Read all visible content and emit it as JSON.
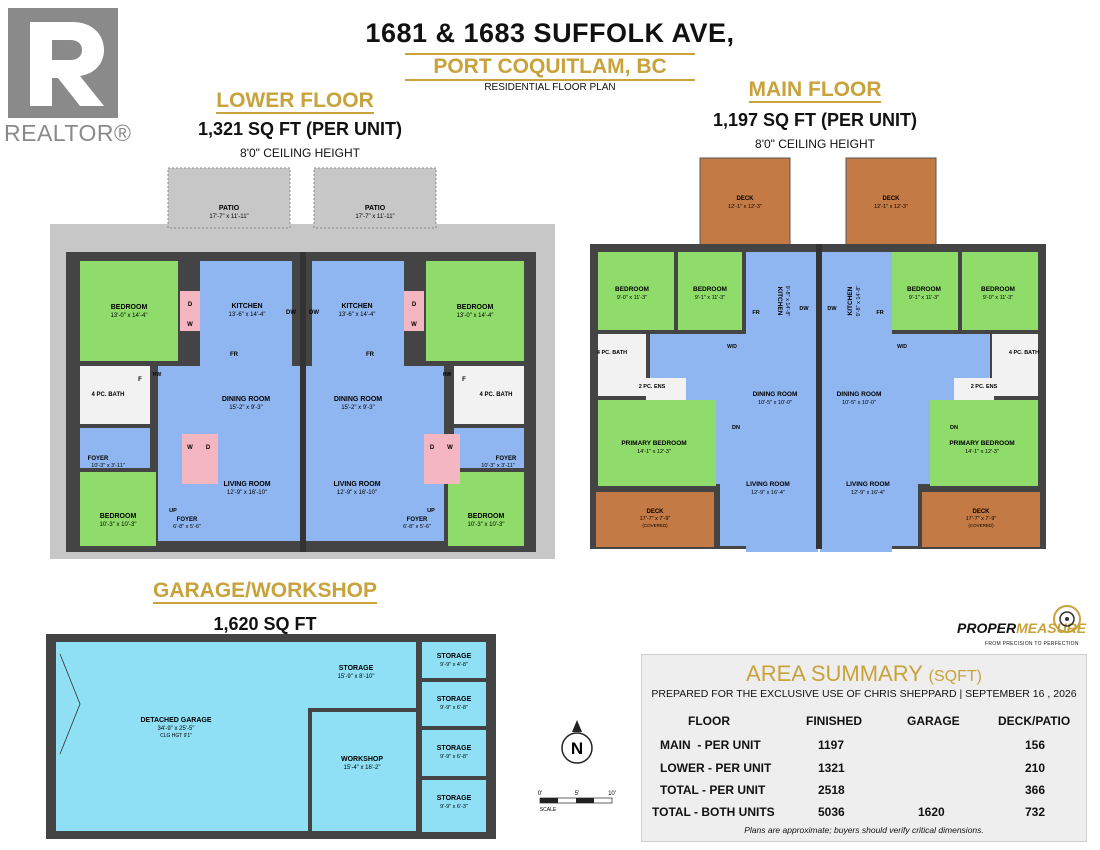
{
  "header": {
    "address": "1681 & 1683 SUFFOLK AVE,",
    "city": "PORT COQUITLAM, BC",
    "subtitle": "RESIDENTIAL FLOOR PLAN"
  },
  "brand": {
    "realtor": "REALTOR®",
    "logo_a": "PROPER",
    "logo_b": "MEASURE",
    "logo_tagline": "FROM PRECISION TO PERFECTION"
  },
  "lower_floor": {
    "title": "LOWER FLOOR",
    "area": "1,321 SQ FT (PER UNIT)",
    "ceiling": "8'0\" CEILING HEIGHT",
    "rooms": [
      {
        "name": "PATIO",
        "dims": "17'-7\" x 11'-11\""
      },
      {
        "name": "BEDROOM",
        "dims": "13'-0\" x 14'-4\""
      },
      {
        "name": "KITCHEN",
        "dims": "13'-6\" x 14'-4\""
      },
      {
        "name": "DINING ROOM",
        "dims": "15'-2\" x 9'-3\""
      },
      {
        "name": "LIVING ROOM",
        "dims": "12'-9\" x 16'-10\""
      },
      {
        "name": "4 PC. BATH",
        "dims": ""
      },
      {
        "name": "FOYER",
        "dims": "10'-3\" x 3'-11\""
      },
      {
        "name": "BEDROOM",
        "dims": "10'-3\" x 10'-3\""
      },
      {
        "name": "FOYER",
        "dims": "6'-8\" x 5'-6\""
      }
    ]
  },
  "main_floor": {
    "title": "MAIN FLOOR",
    "area": "1,197 SQ FT (PER UNIT)",
    "ceiling": "8'0\" CEILING HEIGHT",
    "rooms": [
      {
        "name": "DECK",
        "dims": "12'-1\" x 12'-3\""
      },
      {
        "name": "DECK",
        "dims": "12'-1\" x 12'-3\""
      },
      {
        "name": "BEDROOM",
        "dims": "9'-0\" x 11'-3\""
      },
      {
        "name": "BEDROOM",
        "dims": "9'-1\" x 11'-3\""
      },
      {
        "name": "KITCHEN",
        "dims": "9'-8\" x 14'-8\""
      },
      {
        "name": "4 PC. BATH",
        "dims": ""
      },
      {
        "name": "2 PC. ENS",
        "dims": ""
      },
      {
        "name": "DINING ROOM",
        "dims": "10'-5\" x 10'-0\""
      },
      {
        "name": "PRIMARY BEDROOM",
        "dims": "14'-1\" x 12'-3\""
      },
      {
        "name": "LIVING ROOM",
        "dims": "12'-9\" x 16'-4\""
      },
      {
        "name": "DECK",
        "dims": "17'-7\" x 7'-9\"",
        "note": "(COVERED)"
      }
    ]
  },
  "garage": {
    "title": "GARAGE/WORKSHOP",
    "area": "1,620 SQ FT",
    "rooms": [
      {
        "name": "DETACHED GARAGE",
        "dims": "34'-9\" x 25'-5\"",
        "note": "CLG HGT 9'1\""
      },
      {
        "name": "STORAGE",
        "dims": "15'-9\" x 8'-10\""
      },
      {
        "name": "WORKSHOP",
        "dims": "15'-4\" x 16'-2\""
      },
      {
        "name": "STORAGE",
        "dims": "9'-9\" x 4'-8\""
      },
      {
        "name": "STORAGE",
        "dims": "9'-9\" x 6'-8\""
      },
      {
        "name": "STORAGE",
        "dims": "9'-9\" x 6'-8\""
      },
      {
        "name": "STORAGE",
        "dims": "9'-9\" x 6'-3\""
      }
    ]
  },
  "fixtures": {
    "dw": "DW",
    "fr": "FR",
    "d": "D",
    "w": "W",
    "wd": "W/D",
    "hw": "HW",
    "f": "F",
    "up": "UP",
    "dn": "DN",
    "compass": "N"
  },
  "scale": {
    "ticks": [
      "0'",
      "5'",
      "10'"
    ],
    "label": "SCALE"
  },
  "summary": {
    "title": "AREA SUMMARY",
    "unit": "(SQFT)",
    "prepared": "PREPARED FOR THE EXCLUSIVE USE OF CHRIS SHEPPARD | SEPTEMBER 16 , 2026",
    "columns": [
      "FLOOR",
      "FINISHED",
      "GARAGE",
      "DECK/PATIO"
    ],
    "rows": [
      {
        "floor": "MAIN  - PER UNIT",
        "finished": "1197",
        "garage": "",
        "deck": "156"
      },
      {
        "floor": "LOWER - PER UNIT",
        "finished": "1321",
        "garage": "",
        "deck": "210"
      },
      {
        "floor": "TOTAL - PER UNIT",
        "finished": "2518",
        "garage": "",
        "deck": "366"
      },
      {
        "floor": "TOTAL - BOTH UNITS",
        "finished": "5036",
        "garage": "1620",
        "deck": "732"
      }
    ],
    "note": "Plans are approximate; buyers should verify critical dimensions."
  }
}
